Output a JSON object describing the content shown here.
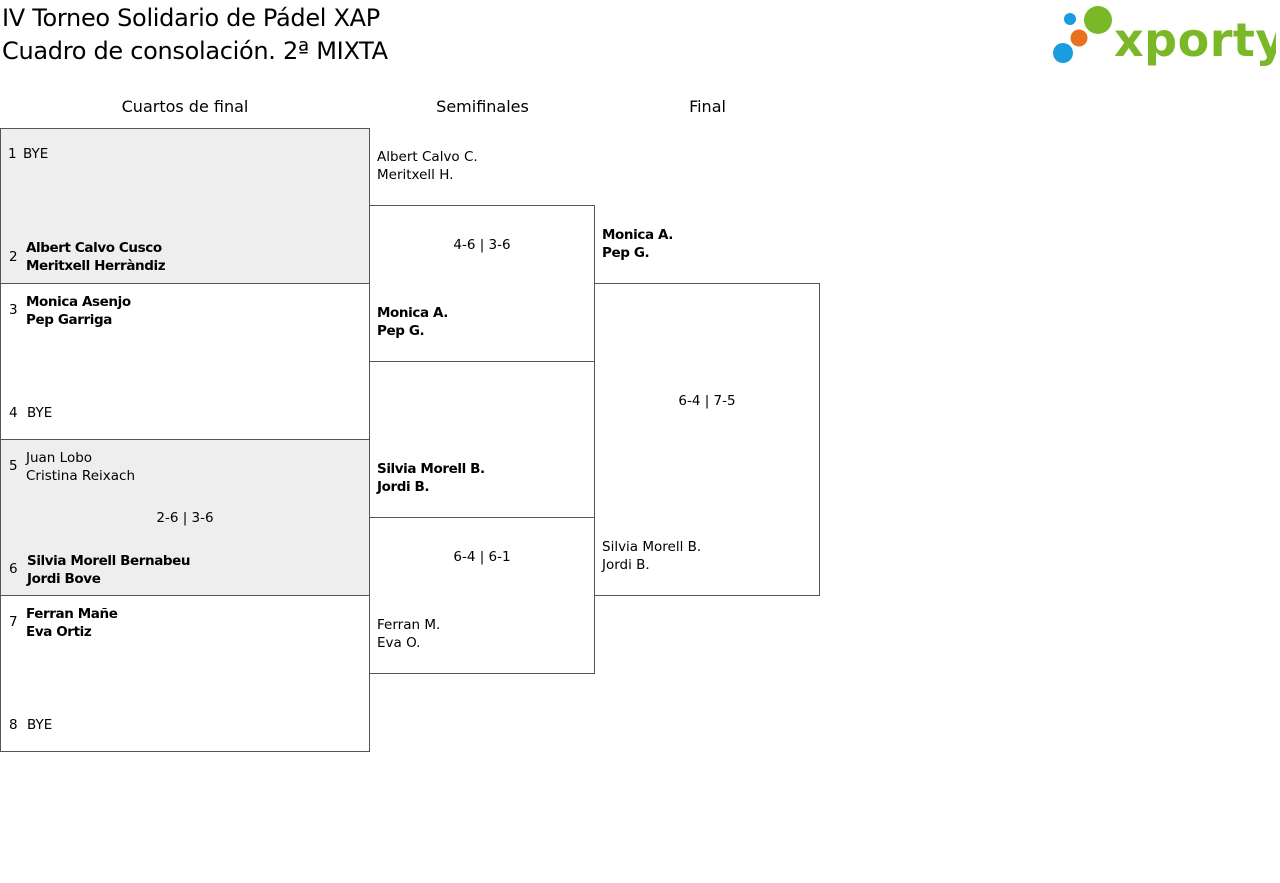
{
  "title": {
    "line1": "IV Torneo Solidario de Pádel XAP",
    "line2": "Cuadro de consolación. 2ª MIXTA"
  },
  "logo": {
    "text": "xporty",
    "dot_colors": [
      "#1a9de0",
      "#e8701f",
      "#7ab828"
    ],
    "text_color": "#7ab828"
  },
  "rounds": {
    "r1": "Cuartos de final",
    "r2": "Semifinales",
    "r3": "Final"
  },
  "quarterfinals": [
    {
      "top": {
        "seed": "1",
        "p1": "BYE",
        "p2": ""
      },
      "bottom": {
        "seed": "2",
        "p1": "Albert Calvo Cusco",
        "p2": "Meritxell Herràndiz"
      },
      "score": ""
    },
    {
      "top": {
        "seed": "3",
        "p1": "Monica Asenjo",
        "p2": "Pep Garriga"
      },
      "bottom": {
        "seed": "4",
        "p1": "BYE",
        "p2": ""
      },
      "score": ""
    },
    {
      "top": {
        "seed": "5",
        "p1": "Juan Lobo",
        "p2": "Cristina Reixach"
      },
      "bottom": {
        "seed": "6",
        "p1": "Silvia Morell Bernabeu",
        "p2": "Jordi Bove"
      },
      "score": "2-6 | 3-6"
    },
    {
      "top": {
        "seed": "7",
        "p1": "Ferran Mañe",
        "p2": "Eva Ortiz"
      },
      "bottom": {
        "seed": "8",
        "p1": "BYE",
        "p2": ""
      },
      "score": ""
    }
  ],
  "semifinals": [
    {
      "top": {
        "p1": "Albert Calvo C.",
        "p2": "Meritxell H."
      },
      "bottom": {
        "p1": "Monica A.",
        "p2": "Pep G."
      },
      "score": "4-6 | 3-6"
    },
    {
      "top": {
        "p1": "Silvia Morell B.",
        "p2": "Jordi B."
      },
      "bottom": {
        "p1": "Ferran M.",
        "p2": "Eva O."
      },
      "score": "6-4 | 6-1"
    }
  ],
  "final": {
    "top": {
      "p1": "Monica A.",
      "p2": "Pep G."
    },
    "bottom": {
      "p1": "Silvia Morell B.",
      "p2": "Jordi B."
    },
    "score": "6-4 | 7-5"
  }
}
